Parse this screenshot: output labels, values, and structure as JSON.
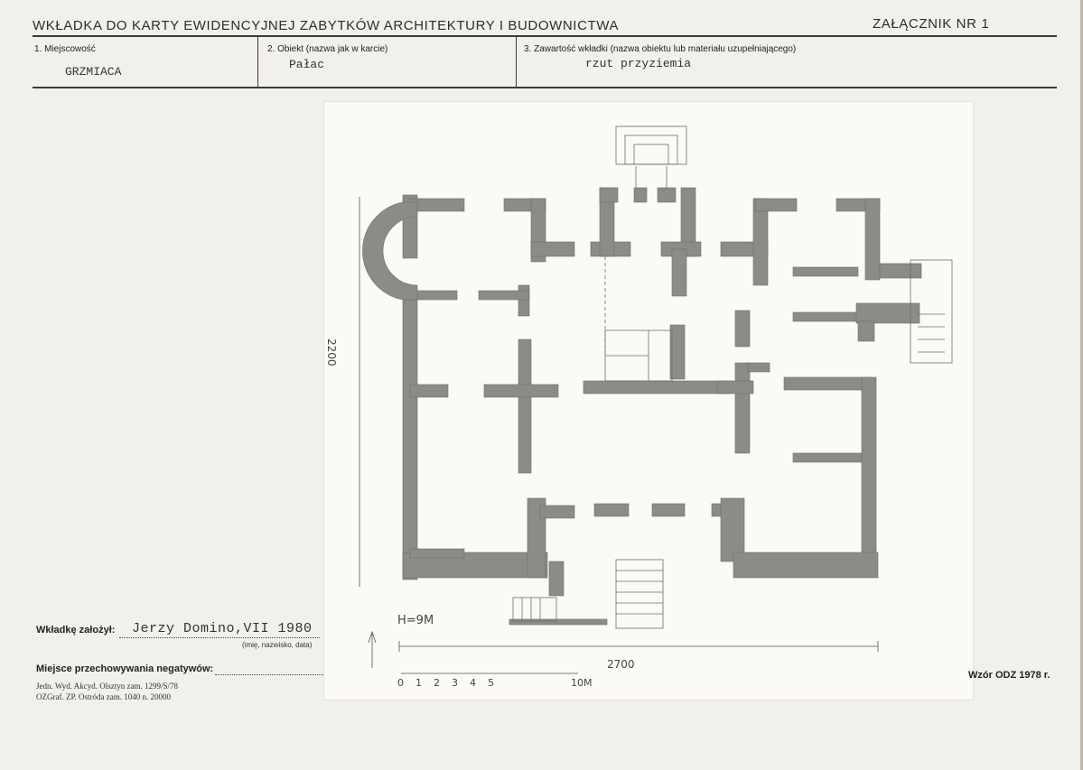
{
  "header": {
    "title": "WKŁADKA DO KARTY EWIDENCYJNEJ ZABYTKÓW ARCHITEKTURY I BUDOWNICTWA",
    "annex": "ZAŁĄCZNIK NR 1"
  },
  "fields": {
    "locality_label": "1. Miejscowość",
    "locality_value": "GRZMIACA",
    "object_label": "2. Obiekt (nazwa jak w karcie)",
    "object_value": "Pałac",
    "content_label": "3. Zawartość wkładki (nazwa obiektu lub materiału uzupełniającego)",
    "content_value": "rzut przyziemia"
  },
  "plan": {
    "dim_vertical": "2200",
    "dim_horizontal": "2700",
    "height_note": "H=9M",
    "scale_ticks": [
      "0",
      "1",
      "2",
      "3",
      "4",
      "5"
    ],
    "scale_end": "10M"
  },
  "footer": {
    "founder_label": "Wkładkę założył:",
    "founder_value": "Jerzy Domino,VII 1980",
    "founder_hint": "(imię, nazwisko, data)",
    "storage_label": "Miejsce przechowywania negatywów:",
    "print_line1": "Jedn. Wyd. Akcyd. Olsztyn zam. 1299/S/78",
    "print_line2": "OZGraf. ZP. Ostróda zam. 1040 n. 20000",
    "pattern": "Wzór ODZ 1978 r."
  },
  "colors": {
    "paper": "#f2f0ea",
    "wall": "#8c8b88",
    "ink": "#2d2d2d"
  }
}
